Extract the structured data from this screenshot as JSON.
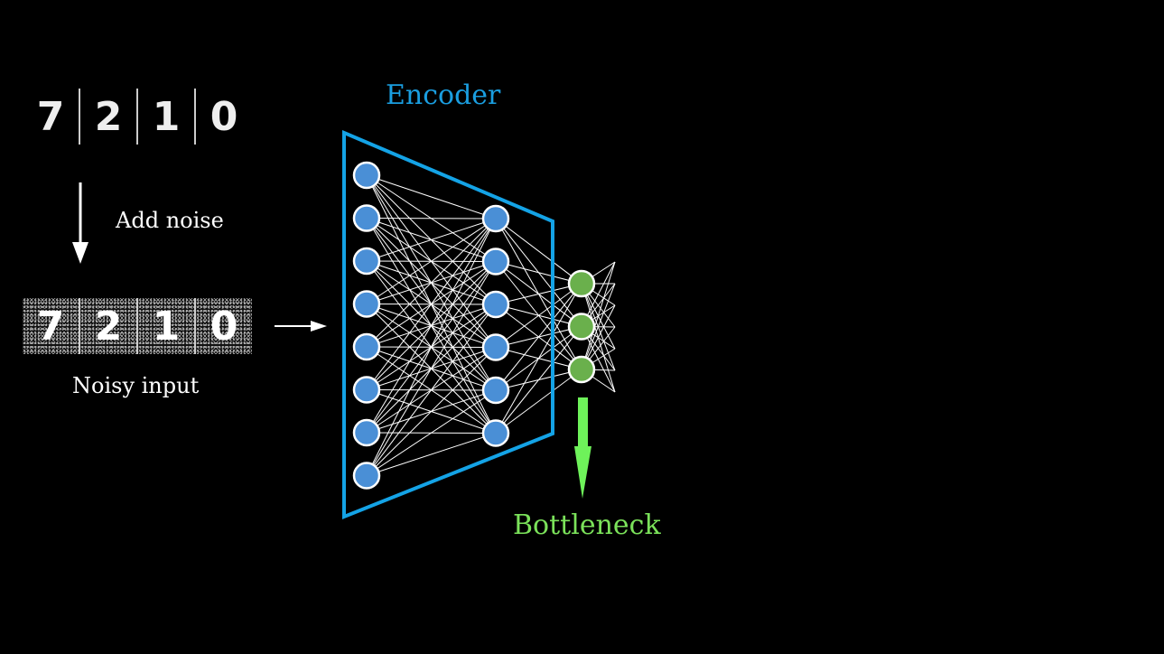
{
  "inputs": {
    "clean_digits": [
      "7",
      "2",
      "1",
      "0"
    ],
    "noisy_digits": [
      "7",
      "2",
      "1",
      "0"
    ]
  },
  "labels": {
    "add_noise": "Add noise",
    "noisy_input": "Noisy input",
    "encoder": "Encoder",
    "bottleneck": "Bottleneck"
  },
  "network": {
    "layer_sizes": [
      8,
      6,
      3
    ],
    "layer_colors": [
      "#4a8fd6",
      "#4a8fd6",
      "#6ab04c"
    ]
  },
  "colors": {
    "encoder_outline": "#14a3e6",
    "bottleneck_arrow": "#6ef25a",
    "edges": "#ffffff",
    "background": "#000000"
  }
}
